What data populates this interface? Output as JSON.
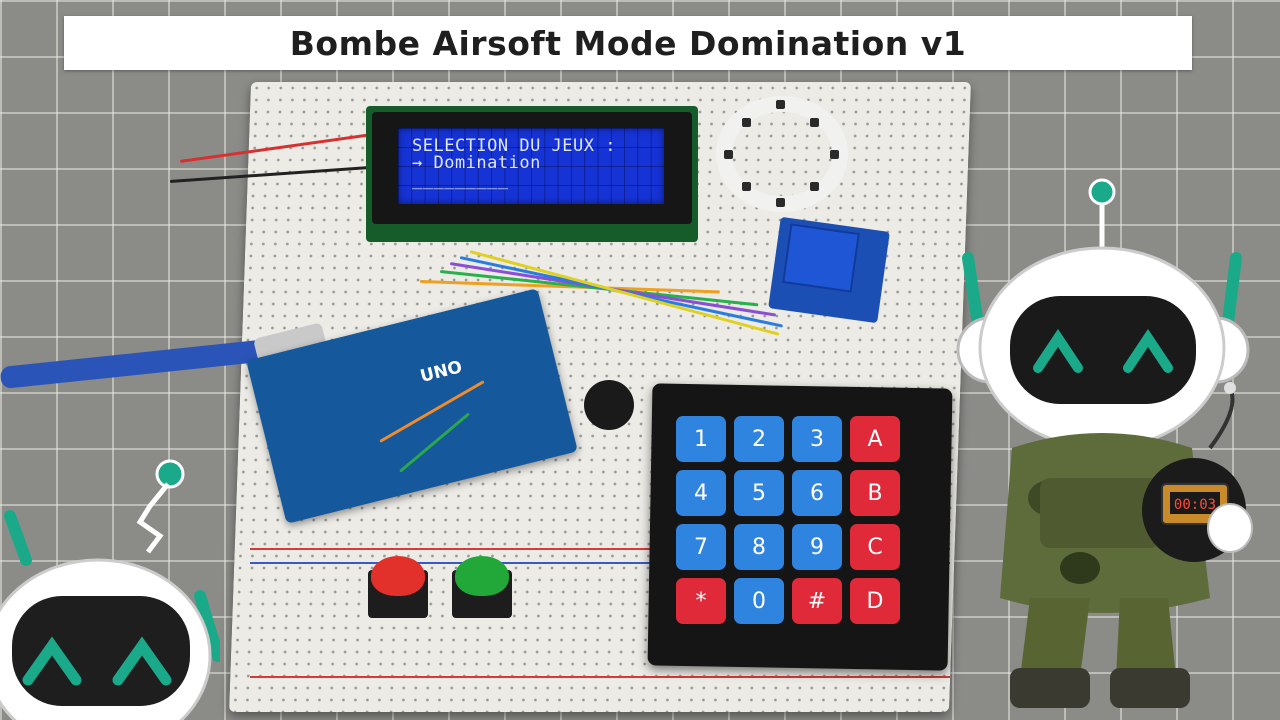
{
  "title": "Bombe Airsoft Mode Domination v1",
  "lcd": {
    "line1": "SELECTION DU JEUX :",
    "line2": "→ Domination",
    "line3": "_________"
  },
  "arduino": {
    "label": "UNO"
  },
  "keypad": {
    "keys": [
      {
        "label": "1",
        "color": "blue"
      },
      {
        "label": "2",
        "color": "blue"
      },
      {
        "label": "3",
        "color": "blue"
      },
      {
        "label": "A",
        "color": "red"
      },
      {
        "label": "4",
        "color": "blue"
      },
      {
        "label": "5",
        "color": "blue"
      },
      {
        "label": "6",
        "color": "blue"
      },
      {
        "label": "B",
        "color": "red"
      },
      {
        "label": "7",
        "color": "blue"
      },
      {
        "label": "8",
        "color": "blue"
      },
      {
        "label": "9",
        "color": "blue"
      },
      {
        "label": "C",
        "color": "red"
      },
      {
        "label": "*",
        "color": "red"
      },
      {
        "label": "0",
        "color": "blue"
      },
      {
        "label": "#",
        "color": "red"
      },
      {
        "label": "D",
        "color": "red"
      }
    ]
  },
  "bomb_timer": {
    "display": "00:03"
  },
  "colors": {
    "key_blue": "#2f84e0",
    "key_red": "#e02a3a",
    "lcd_blue": "#1633d6",
    "robot_teal": "#1aaa8a"
  }
}
